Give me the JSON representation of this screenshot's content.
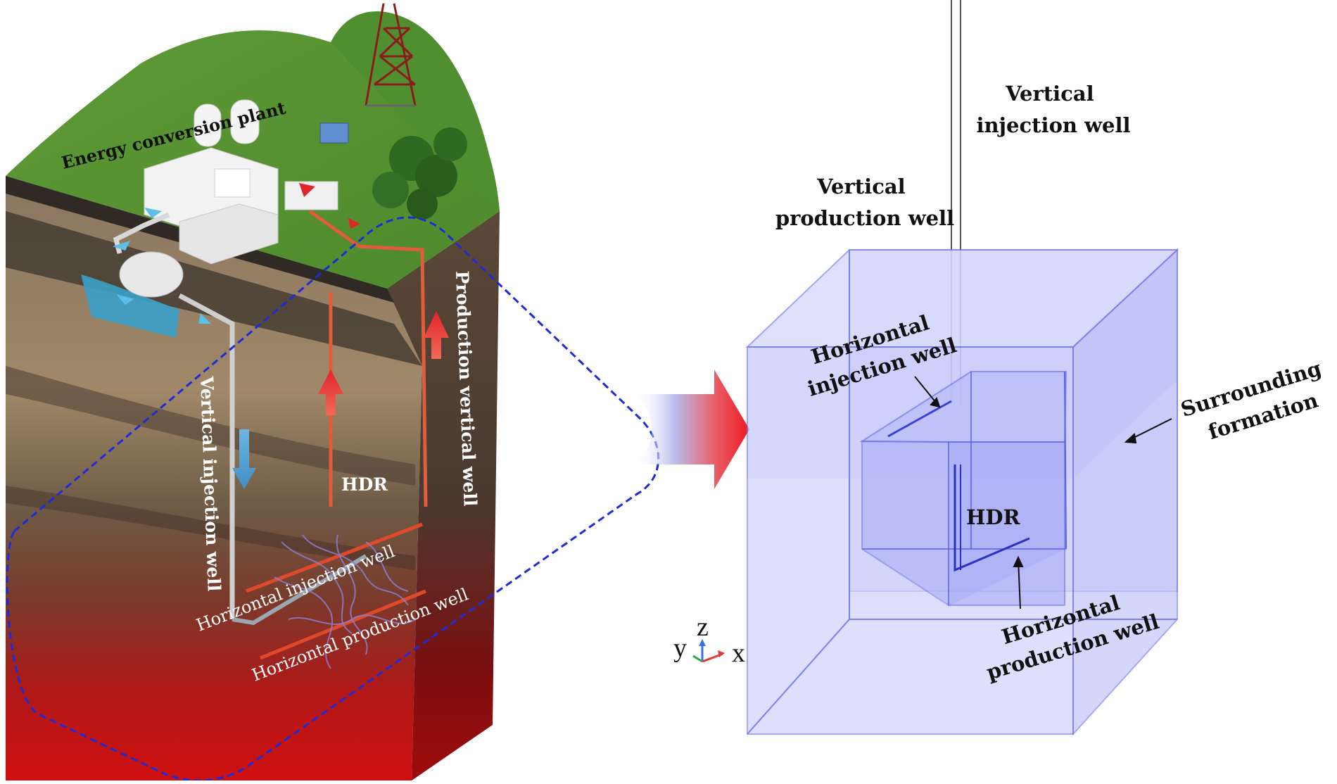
{
  "left": {
    "energy_plant": "Energy conversion plant",
    "vertical_injection": "Vertical injection well",
    "production_vertical": "Production vertical well",
    "hdr": "HDR",
    "horizontal_injection": "Horizontal injection well",
    "horizontal_production": "Horizontal production well"
  },
  "right": {
    "vertical_injection": [
      "Vertical",
      "injection well"
    ],
    "vertical_production": [
      "Vertical",
      "production well"
    ],
    "horizontal_injection": [
      "Horizontal",
      "injection well"
    ],
    "surrounding": [
      "Surrounding",
      "formation"
    ],
    "hdr": "HDR",
    "horizontal_production": [
      "Horizontal",
      "production well"
    ]
  },
  "axes": {
    "y": "y",
    "z": "z",
    "x": "x"
  },
  "colors": {
    "box_fill": "#c9cbfb",
    "box_edge": "#6a6ff0",
    "dash": "#1f2bd6",
    "arrow_red": "#e3242b"
  }
}
